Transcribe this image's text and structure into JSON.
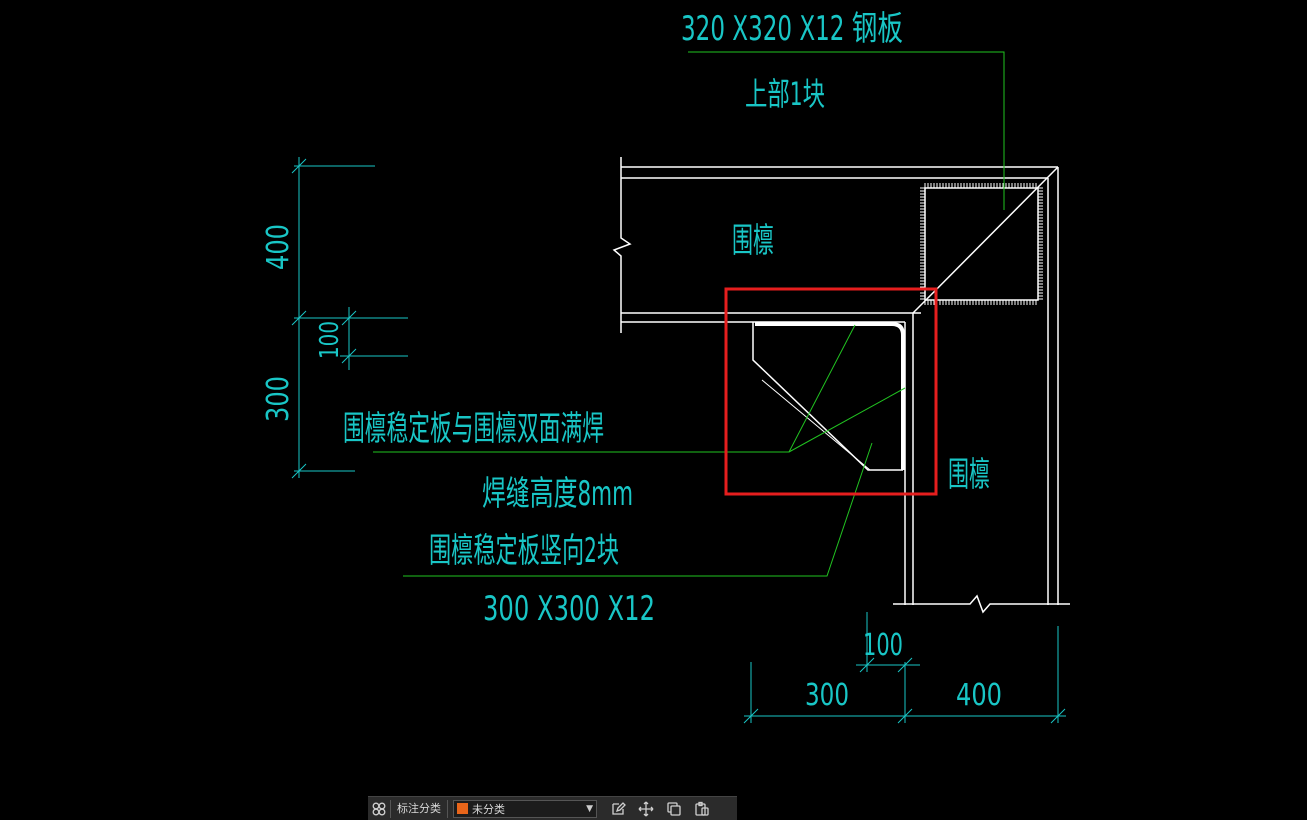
{
  "drawing": {
    "labels": {
      "plate_top": "320 X320 X12 钢板",
      "plate_top_count": "上部1块",
      "purlin_top": "围檩",
      "purlin_right": "围檩",
      "weld_note": "围檩稳定板与围檩双面满焊",
      "weld_height": "焊缝高度8mm",
      "stabilizer_count": "围檩稳定板竖向2块",
      "stabilizer_size": "300 X300 X12"
    },
    "dimensions": {
      "left_400": "400",
      "left_100": "100",
      "left_300": "300",
      "bottom_100": "100",
      "bottom_300": "300",
      "bottom_400": "400"
    },
    "colors": {
      "line": "#ffffff",
      "leader": "#21c321",
      "dimension": "#19c6c6",
      "highlight": "#e61e1e"
    }
  },
  "toolbar": {
    "grid_icon": "grid-cluster-icon",
    "category_label": "标注分类",
    "category_value": "未分类",
    "category_color": "#e8651a",
    "actions": [
      "edit-icon",
      "move-icon",
      "copy-icon",
      "paste-icon"
    ]
  }
}
